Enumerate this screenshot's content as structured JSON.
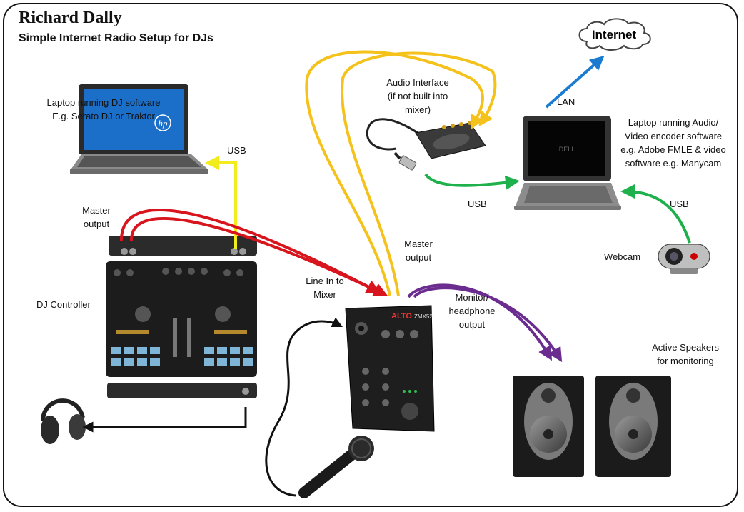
{
  "header": {
    "author": "Richard Dally",
    "title": "Simple Internet Radio Setup for DJs"
  },
  "labels": {
    "internet": "Internet",
    "lan": "LAN",
    "dj_laptop": [
      "Laptop running DJ software",
      "E.g. Serato DJ or Traktor"
    ],
    "audio_interface": [
      "Audio Interface",
      "(if not built into",
      "mixer)"
    ],
    "encoder_laptop": [
      "Laptop running Audio/",
      "Video encoder software",
      "e.g. Adobe FMLE & video",
      "software e.g. Manycam"
    ],
    "usb_laptop_controller": "USB",
    "usb_interface": "USB",
    "usb_webcam": "USB",
    "master_output_controller": [
      "Master",
      "output"
    ],
    "master_output_mixer": [
      "Master",
      "output"
    ],
    "line_in": [
      "Line In to",
      "Mixer"
    ],
    "monitor_output": [
      "Monitor/",
      "headphone",
      "output"
    ],
    "webcam": "Webcam",
    "dj_controller": "DJ Controller",
    "speakers": [
      "Active Speakers",
      "for monitoring"
    ],
    "laptop_brand": "hp",
    "mixer_brand": "ALTO",
    "mixer_model": "ZMX52"
  },
  "colors": {
    "usb_yellow": "#f2ec1c",
    "audio_yellow": "#f5c21b",
    "red": "#d8141d",
    "purple": "#6b2c8f",
    "green": "#1db04b",
    "blue": "#1a7bd0",
    "black": "#111111"
  }
}
